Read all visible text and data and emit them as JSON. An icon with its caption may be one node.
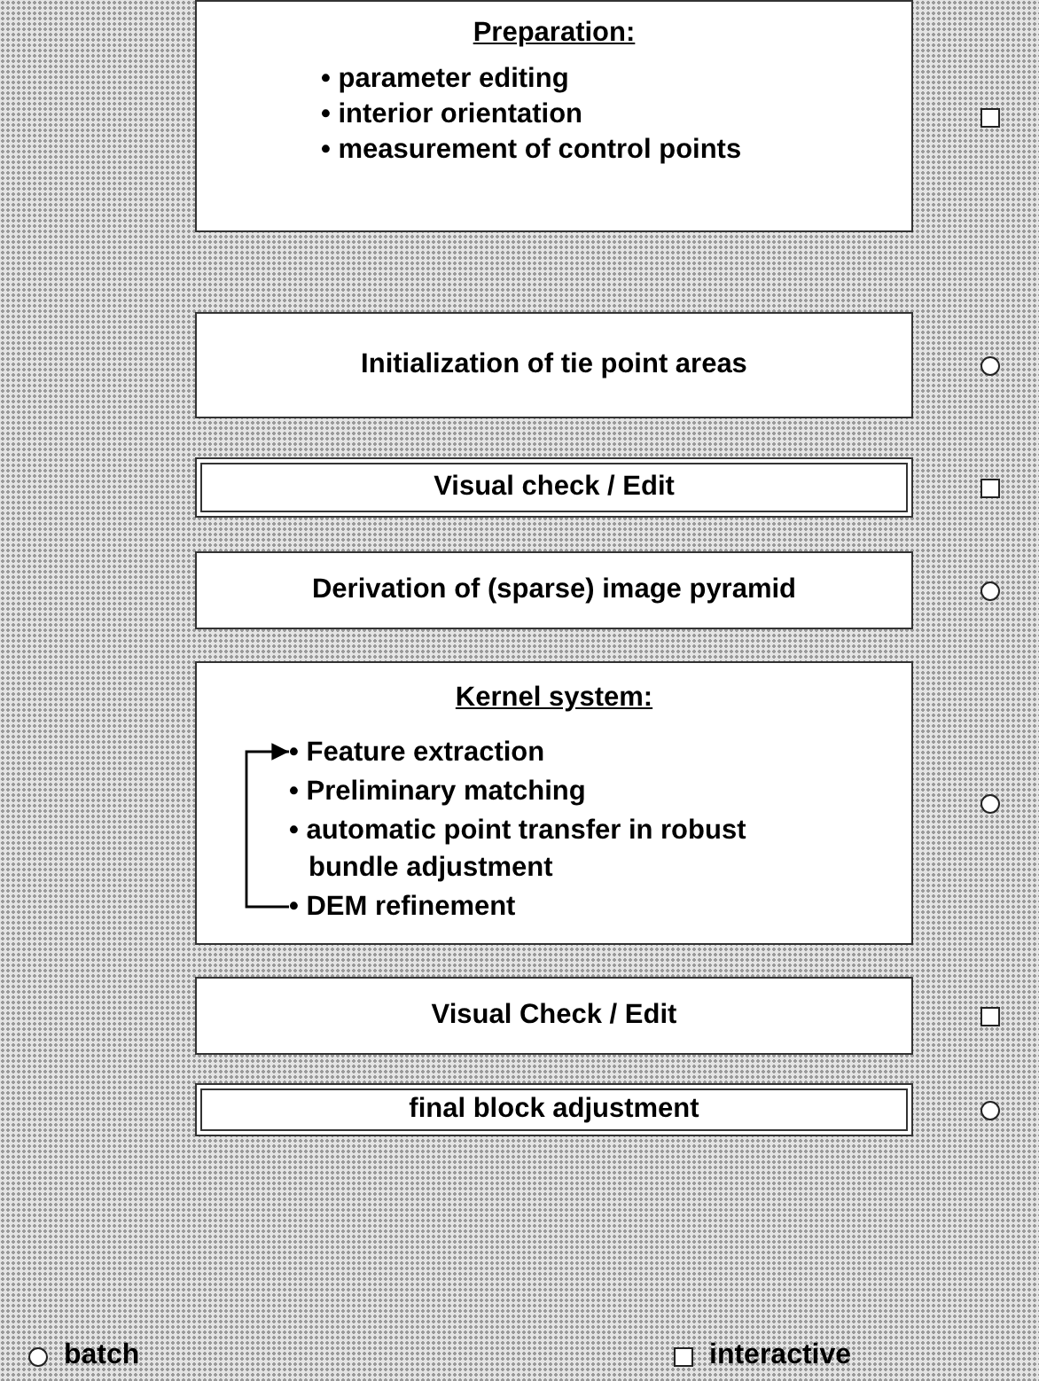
{
  "diagram": {
    "nodes": [
      {
        "text": [
          "Preparation:",
          "• parameter editing",
          "• interior orientation",
          "• measurement of control points"
        ]
      },
      {
        "text": [
          "Initialization of tie point areas"
        ]
      },
      {
        "text": [
          "Visual check / Edit"
        ]
      },
      {
        "text": [
          "Derivation of (sparse) image pyramid"
        ]
      },
      {
        "text": [
          "Kernel system:"
        ]
      },
      {
        "text": [
          "• Feature extraction"
        ],
        "in": 4
      },
      {
        "text": [
          "• Preliminary matching"
        ],
        "in": 4
      },
      {
        "text": [
          "• automatic point transfer in robust bundle adjustment"
        ],
        "in": 4
      },
      {
        "text": [
          "• DEM refinement"
        ],
        "in": 4
      },
      {
        "text": [
          "Visual Check / Edit"
        ]
      },
      {
        "text": [
          "final block adjustment"
        ]
      }
    ],
    "edges": [
      {
        "from": 8,
        "to": 5,
        "arrow": "to"
      }
    ],
    "legend": [
      {
        "text": "batch"
      },
      {
        "text": "interactive"
      }
    ]
  }
}
